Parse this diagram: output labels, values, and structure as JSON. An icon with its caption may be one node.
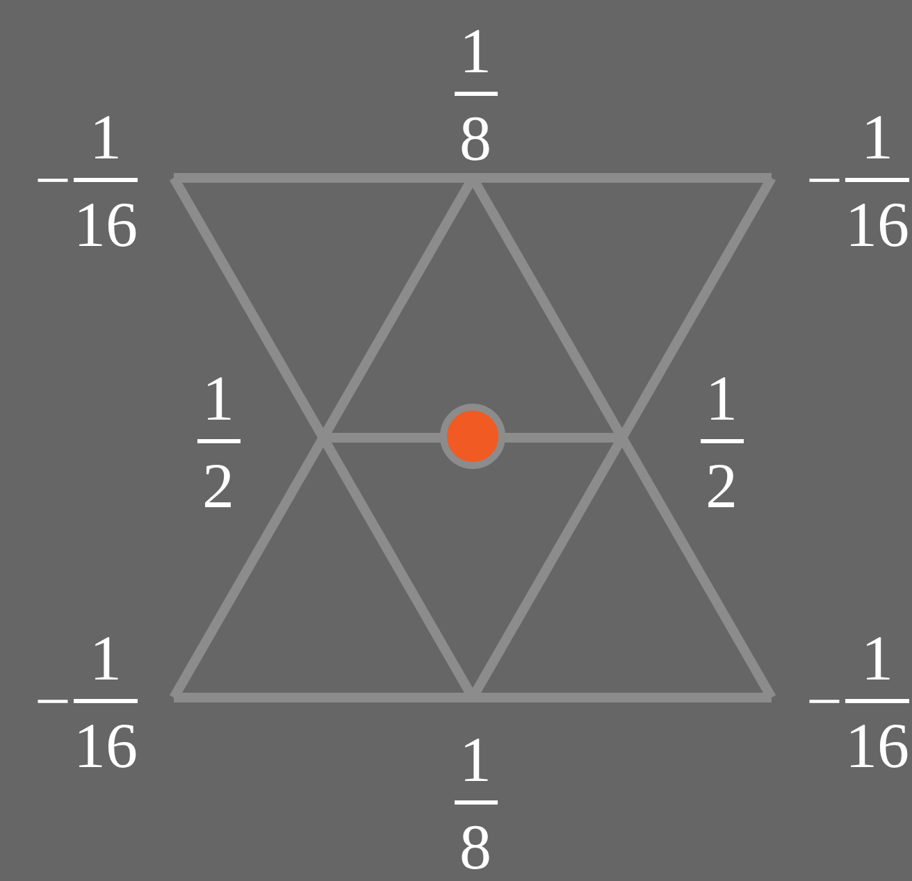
{
  "diagram": {
    "labels": [
      "1/8",
      "−1/16",
      "−1/16",
      "1/2",
      "1/2",
      "−1/16",
      "−1/16",
      "1/8"
    ]
  }
}
